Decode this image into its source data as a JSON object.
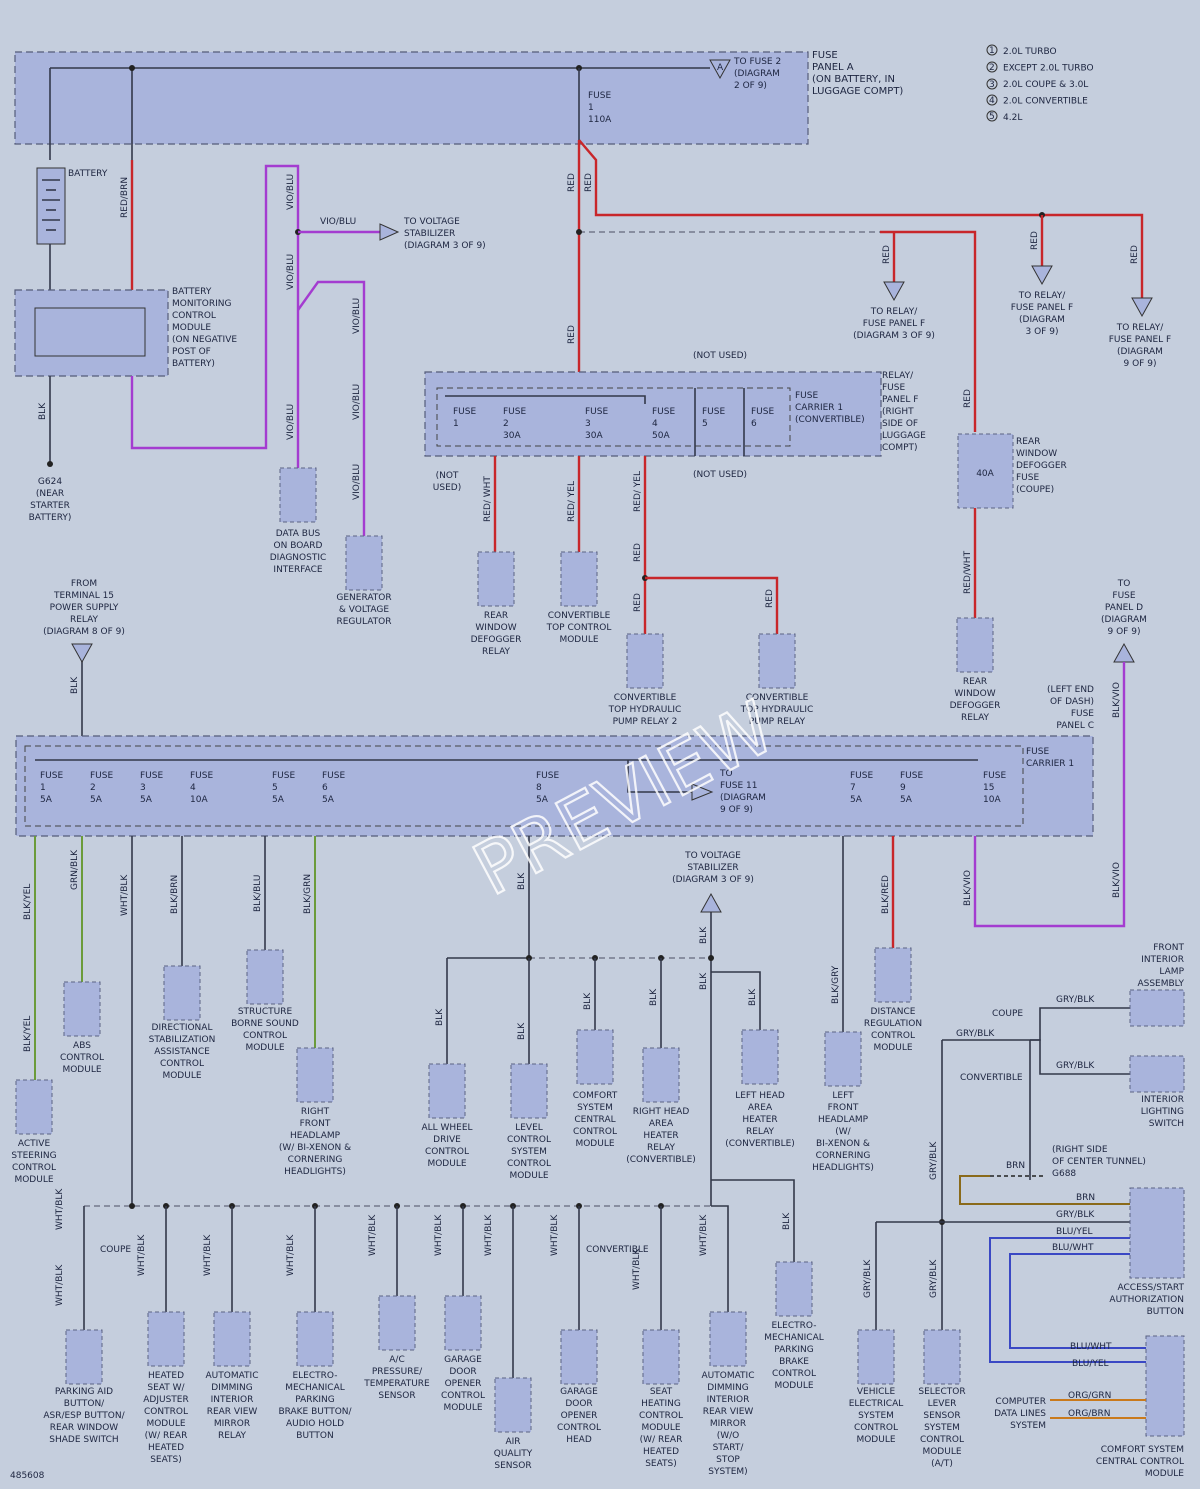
{
  "figure_id": "485608",
  "watermark": "PREVIEW",
  "legend": [
    {
      "num": "1",
      "text": "2.0L TURBO"
    },
    {
      "num": "2",
      "text": "EXCEPT 2.0L TURBO"
    },
    {
      "num": "3",
      "text": "2.0L COUPE & 3.0L"
    },
    {
      "num": "4",
      "text": "2.0L CONVERTIBLE"
    },
    {
      "num": "5",
      "text": "4.2L"
    }
  ],
  "fuse_panel_a": {
    "title": [
      "FUSE",
      "PANEL A",
      "(ON BATTERY, IN",
      "LUGGAGE COMPT)"
    ],
    "fuse1": [
      "FUSE",
      "1",
      "110A"
    ],
    "to_fuse2": [
      "TO FUSE 2",
      "(DIAGRAM",
      "2 OF 9)"
    ]
  },
  "battery": {
    "label": "BATTERY",
    "bmcm": [
      "BATTERY",
      "MONITORING",
      "CONTROL",
      "MODULE",
      "(ON NEGATIVE",
      "POST OF",
      "BATTERY)"
    ],
    "ground": [
      "G624",
      "(NEAR",
      "STARTER",
      "BATTERY)"
    ]
  },
  "wires_top": {
    "red_brn": "RED/BRN",
    "blk": "BLK",
    "vio_blu": "VIO/BLU",
    "red": "RED"
  },
  "voltage_stabilizer_top": [
    "TO VOLTAGE",
    "STABILIZER",
    "(DIAGRAM 3 OF 9)"
  ],
  "relay_d": [
    "TO RELAY/",
    "FUSE PANEL F",
    "(DIAGRAM 3 OF 9)"
  ],
  "relay_e": [
    "TO RELAY/",
    "FUSE PANEL F",
    "(DIAGRAM",
    "3 OF 9)"
  ],
  "relay_f": [
    "TO RELAY/",
    "FUSE PANEL F",
    "(DIAGRAM",
    "9 OF 9)"
  ],
  "fuse_carrier_1_conv": {
    "title": [
      "FUSE",
      "CARRIER 1",
      "(CONVERTIBLE)"
    ],
    "panel": [
      "RELAY/",
      "FUSE",
      "PANEL F",
      "(RIGHT",
      "SIDE OF",
      "LUGGAGE",
      "COMPT)"
    ],
    "not_used": "(NOT USED)",
    "not_used_b": [
      "(NOT",
      "USED)"
    ],
    "fuses": [
      [
        "FUSE",
        "1",
        ""
      ],
      [
        "FUSE",
        "2",
        "30A"
      ],
      [
        "FUSE",
        "3",
        "30A"
      ],
      [
        "FUSE",
        "4",
        "50A"
      ],
      [
        "FUSE",
        "5",
        ""
      ],
      [
        "FUSE",
        "6",
        ""
      ]
    ]
  },
  "rear_defogger_fuse": [
    "REAR",
    "WINDOW",
    "DEFOGGER",
    "FUSE",
    "(COUPE)"
  ],
  "fuse_40a": "40A",
  "components_mid": {
    "data_bus": [
      "DATA BUS",
      "ON BOARD",
      "DIAGNOSTIC",
      "INTERFACE"
    ],
    "generator": [
      "GENERATOR",
      "& VOLTAGE",
      "REGULATOR"
    ],
    "rear_defog_relay": [
      "REAR",
      "WINDOW",
      "DEFOGGER",
      "RELAY"
    ],
    "conv_top": [
      "CONVERTIBLE",
      "TOP CONTROL",
      "MODULE"
    ],
    "conv_pump_relay2": [
      "CONVERTIBLE",
      "TOP HYDRAULIC",
      "PUMP RELAY 2"
    ],
    "conv_pump_relay": [
      "CONVERTIBLE",
      "TOP HYDRAULIC",
      "PUMP RELAY"
    ],
    "rear_defog_relay_coupe": [
      "REAR",
      "WINDOW",
      "DEFOGGER",
      "RELAY"
    ]
  },
  "from_terminal15": [
    "FROM",
    "TERMINAL 15",
    "POWER SUPPLY",
    "RELAY",
    "(DIAGRAM 8 OF 9)"
  ],
  "to_fuse_panel_d": [
    "TO",
    "FUSE",
    "PANEL D",
    "(DIAGRAM",
    "9 OF 9)"
  ],
  "fuse_panel_c": [
    "(LEFT END",
    "OF DASH)",
    "FUSE",
    "PANEL C"
  ],
  "fuse_carrier_1": [
    "FUSE",
    "CARRIER 1"
  ],
  "carrier_fuses": [
    [
      "FUSE",
      "1",
      "5A"
    ],
    [
      "FUSE",
      "2",
      "5A"
    ],
    [
      "FUSE",
      "3",
      "5A"
    ],
    [
      "FUSE",
      "4",
      "10A"
    ],
    [
      "FUSE",
      "5",
      "5A"
    ],
    [
      "FUSE",
      "6",
      "5A"
    ],
    [
      "FUSE",
      "8",
      "5A"
    ],
    [
      "FUSE",
      "7",
      "5A"
    ],
    [
      "FUSE",
      "9",
      "5A"
    ],
    [
      "FUSE",
      "15",
      "10A"
    ]
  ],
  "to_fuse11": [
    "TO",
    "FUSE 11",
    "(DIAGRAM",
    "9 OF 9)"
  ],
  "voltage_stabilizer_mid": [
    "TO VOLTAGE",
    "STABILIZER",
    "(DIAGRAM 3 OF 9)"
  ],
  "lower_components": {
    "active_steering": [
      "ACTIVE",
      "STEERING",
      "CONTROL",
      "MODULE"
    ],
    "abs": [
      "ABS",
      "CONTROL",
      "MODULE"
    ],
    "directional": [
      "DIRECTIONAL",
      "STABILIZATION",
      "ASSISTANCE",
      "CONTROL",
      "MODULE"
    ],
    "structure": [
      "STRUCTURE",
      "BORNE SOUND",
      "CONTROL",
      "MODULE"
    ],
    "right_headlamp": [
      "RIGHT",
      "FRONT",
      "HEADLAMP",
      "(W/ BI-XENON &",
      "CORNERING",
      "HEADLIGHTS)"
    ],
    "awd": [
      "ALL WHEEL",
      "DRIVE",
      "CONTROL",
      "MODULE"
    ],
    "level": [
      "LEVEL",
      "CONTROL",
      "SYSTEM",
      "CONTROL",
      "MODULE"
    ],
    "comfort": [
      "COMFORT",
      "SYSTEM",
      "CENTRAL",
      "CONTROL",
      "MODULE"
    ],
    "right_head_heater": [
      "RIGHT HEAD",
      "AREA",
      "HEATER",
      "RELAY",
      "(CONVERTIBLE)"
    ],
    "left_head_heater": [
      "LEFT HEAD",
      "AREA",
      "HEATER",
      "RELAY",
      "(CONVERTIBLE)"
    ],
    "left_headlamp": [
      "LEFT",
      "FRONT",
      "HEADLAMP",
      "(W/",
      "BI-XENON &",
      "CORNERING",
      "HEADLIGHTS)"
    ],
    "distance": [
      "DISTANCE",
      "REGULATION",
      "CONTROL",
      "MODULE"
    ],
    "front_lamp": [
      "FRONT",
      "INTERIOR",
      "LAMP",
      "ASSEMBLY"
    ],
    "interior_switch": [
      "INTERIOR",
      "LIGHTING",
      "SWITCH"
    ],
    "parking_aid": [
      "PARKING AID",
      "BUTTON/",
      "ASR/ESP BUTTON/",
      "REAR WINDOW",
      "SHADE SWITCH"
    ],
    "heated_seat": [
      "HEATED",
      "SEAT W/",
      "ADJUSTER",
      "CONTROL",
      "MODULE",
      "(W/ REAR",
      "HEATED",
      "SEATS)"
    ],
    "auto_dim": [
      "AUTOMATIC",
      "DIMMING",
      "INTERIOR",
      "REAR VIEW",
      "MIRROR",
      "RELAY"
    ],
    "emp_button": [
      "ELECTRO-",
      "MECHANICAL",
      "PARKING",
      "BRAKE BUTTON/",
      "AUDIO HOLD",
      "BUTTON"
    ],
    "ac_sensor": [
      "A/C",
      "PRESSURE/",
      "TEMPERATURE",
      "SENSOR"
    ],
    "garage_opener": [
      "GARAGE",
      "DOOR",
      "OPENER",
      "CONTROL",
      "MODULE"
    ],
    "air_quality": [
      "AIR",
      "QUALITY",
      "SENSOR"
    ],
    "garage_head": [
      "GARAGE",
      "DOOR",
      "OPENER",
      "CONTROL",
      "HEAD"
    ],
    "seat_heating": [
      "SEAT",
      "HEATING",
      "CONTROL",
      "MODULE",
      "(W/ REAR",
      "HEATED",
      "SEATS)"
    ],
    "auto_dim2": [
      "AUTOMATIC",
      "DIMMING",
      "INTERIOR",
      "REAR VIEW",
      "MIRROR",
      "(W/O",
      "START/",
      "STOP",
      "SYSTEM)"
    ],
    "emp_module": [
      "ELECTRO-",
      "MECHANICAL",
      "PARKING",
      "BRAKE",
      "CONTROL",
      "MODULE"
    ],
    "vehicle_electrical": [
      "VEHICLE",
      "ELECTRICAL",
      "SYSTEM",
      "CONTROL",
      "MODULE"
    ],
    "selector_lever": [
      "SELECTOR",
      "LEVER",
      "SENSOR",
      "SYSTEM",
      "CONTROL",
      "MODULE",
      "(A/T)"
    ],
    "access_start": [
      "ACCESS/START",
      "AUTHORIZATION",
      "BUTTON"
    ],
    "comfort_central": [
      "COMFORT SYSTEM",
      "CENTRAL CONTROL",
      "MODULE"
    ],
    "computer_data": [
      "COMPUTER",
      "DATA LINES",
      "SYSTEM"
    ]
  },
  "ground_g688": [
    "(RIGHT SIDE",
    "OF CENTER TUNNEL)",
    "G688"
  ],
  "coupe": "COUPE",
  "convertible": "CONVERTIBLE",
  "wire_colors": {
    "blk_yel": "BLK/YEL",
    "grn_blk": "GRN/BLK",
    "wht_blk": "WHT/BLK",
    "blk_brn": "BLK/BRN",
    "blk_blu": "BLK/BLU",
    "blk_grn": "BLK/GRN",
    "blk": "BLK",
    "blk_gry": "BLK/GRY",
    "blk_red": "BLK/RED",
    "blk_vio": "BLK/VIO",
    "gry_blk": "GRY/BLK",
    "brn": "BRN",
    "blu_yel": "BLU/YEL",
    "blu_wht": "BLU/WHT",
    "org_grn": "ORG/GRN",
    "org_brn": "ORG/BRN",
    "red_wht": "RED/ WHT",
    "red_yel": "RED/ YEL",
    "red_whtb": "RED/WHT",
    "vio_blu": "VIO/BLU"
  }
}
